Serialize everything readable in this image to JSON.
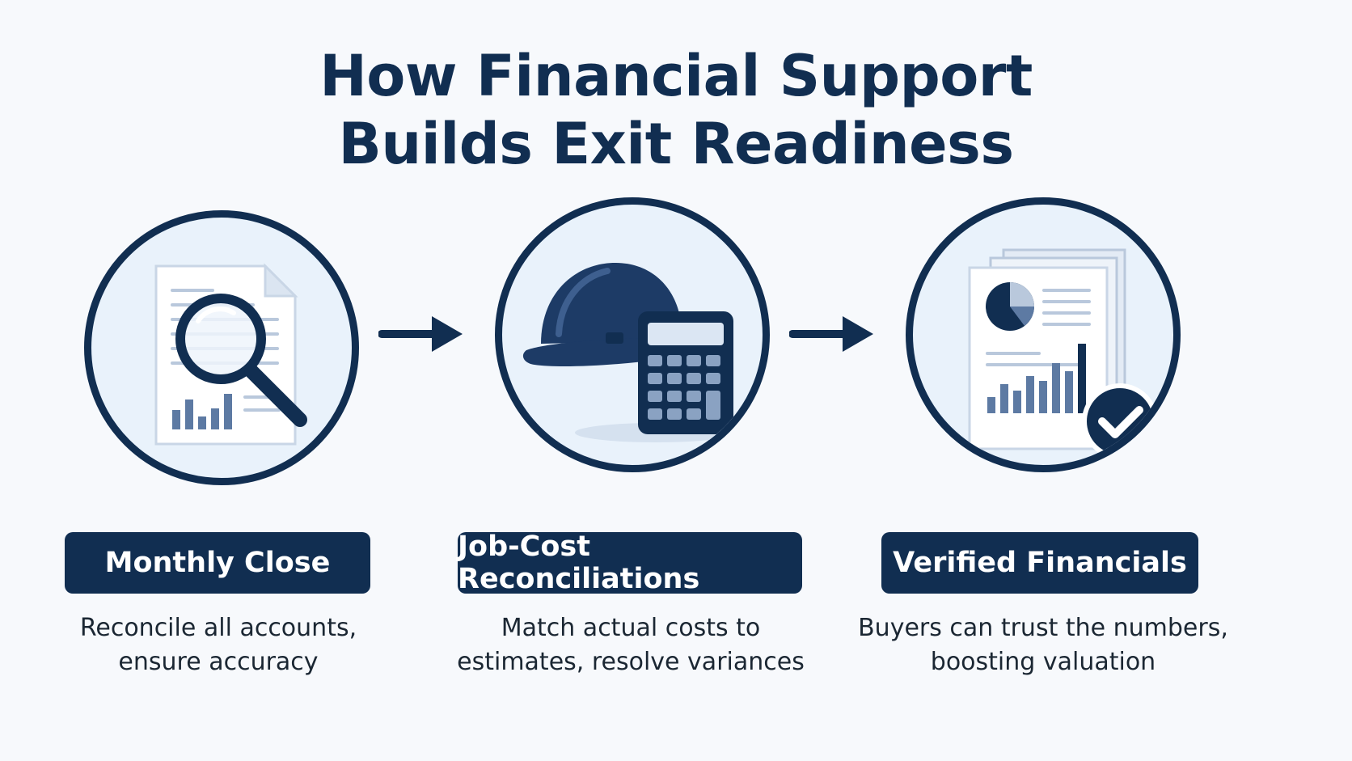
{
  "title": {
    "line1": "How Financial Support",
    "line2": "Builds Exit Readiness"
  },
  "steps": [
    {
      "label": "Monthly Close",
      "desc_line1": "Reconcile all accounts,",
      "desc_line2": "ensure accuracy",
      "icon": "document-magnifier-icon"
    },
    {
      "label": "Job-Cost Reconciliations",
      "desc_line1": "Match actual costs to",
      "desc_line2": "estimates, resolve variances",
      "icon": "hardhat-calculator-icon"
    },
    {
      "label": "Verified Financials",
      "desc_line1": "Buyers can trust the numbers,",
      "desc_line2": "boosting valuation",
      "icon": "report-checkmark-icon"
    }
  ],
  "colors": {
    "navy": "#112e51",
    "circle_fill": "#e9f2fb",
    "background": "#f7f9fc",
    "bar_blue": "#5d7aa3"
  }
}
